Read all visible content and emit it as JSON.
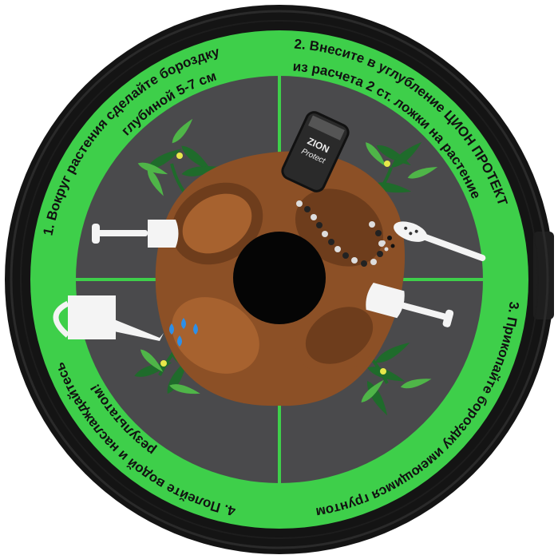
{
  "colors": {
    "rim": "#141414",
    "ring": "#3ecf4a",
    "panel": "#4a4a4c",
    "soil_dark": "#6e3d1c",
    "soil_mid": "#8c5026",
    "soil_light": "#a7622f",
    "center": "#050505",
    "divider": "#3ecf4a",
    "leaf_dark": "#1f6b2b",
    "leaf_light": "#4fb548",
    "product": "#2a2a2a",
    "water": "#2e8fe8",
    "tool": "#f4f4f4"
  },
  "steps": [
    {
      "lines": [
        "1. Вокруг растения сделайте бороздку",
        "глубиной 5-7 см"
      ]
    },
    {
      "lines": [
        "2. Внесите в углубление ЦИОН ПРОТЕКТ",
        "из расчета 2 ст. ложки на растение"
      ]
    },
    {
      "lines": [
        "3. Прикопайте бороздку имеющимся грунтом"
      ]
    },
    {
      "lines": [
        "4. Полейте водой и наслаждайтесь",
        "результатом!"
      ]
    }
  ],
  "product": {
    "brand": "ZION",
    "name": "Protect"
  },
  "icons": [
    "plant-icon",
    "shovel-icon",
    "fertilizer-jar-icon",
    "spoon-icon",
    "watering-can-icon",
    "water-drops-icon"
  ]
}
